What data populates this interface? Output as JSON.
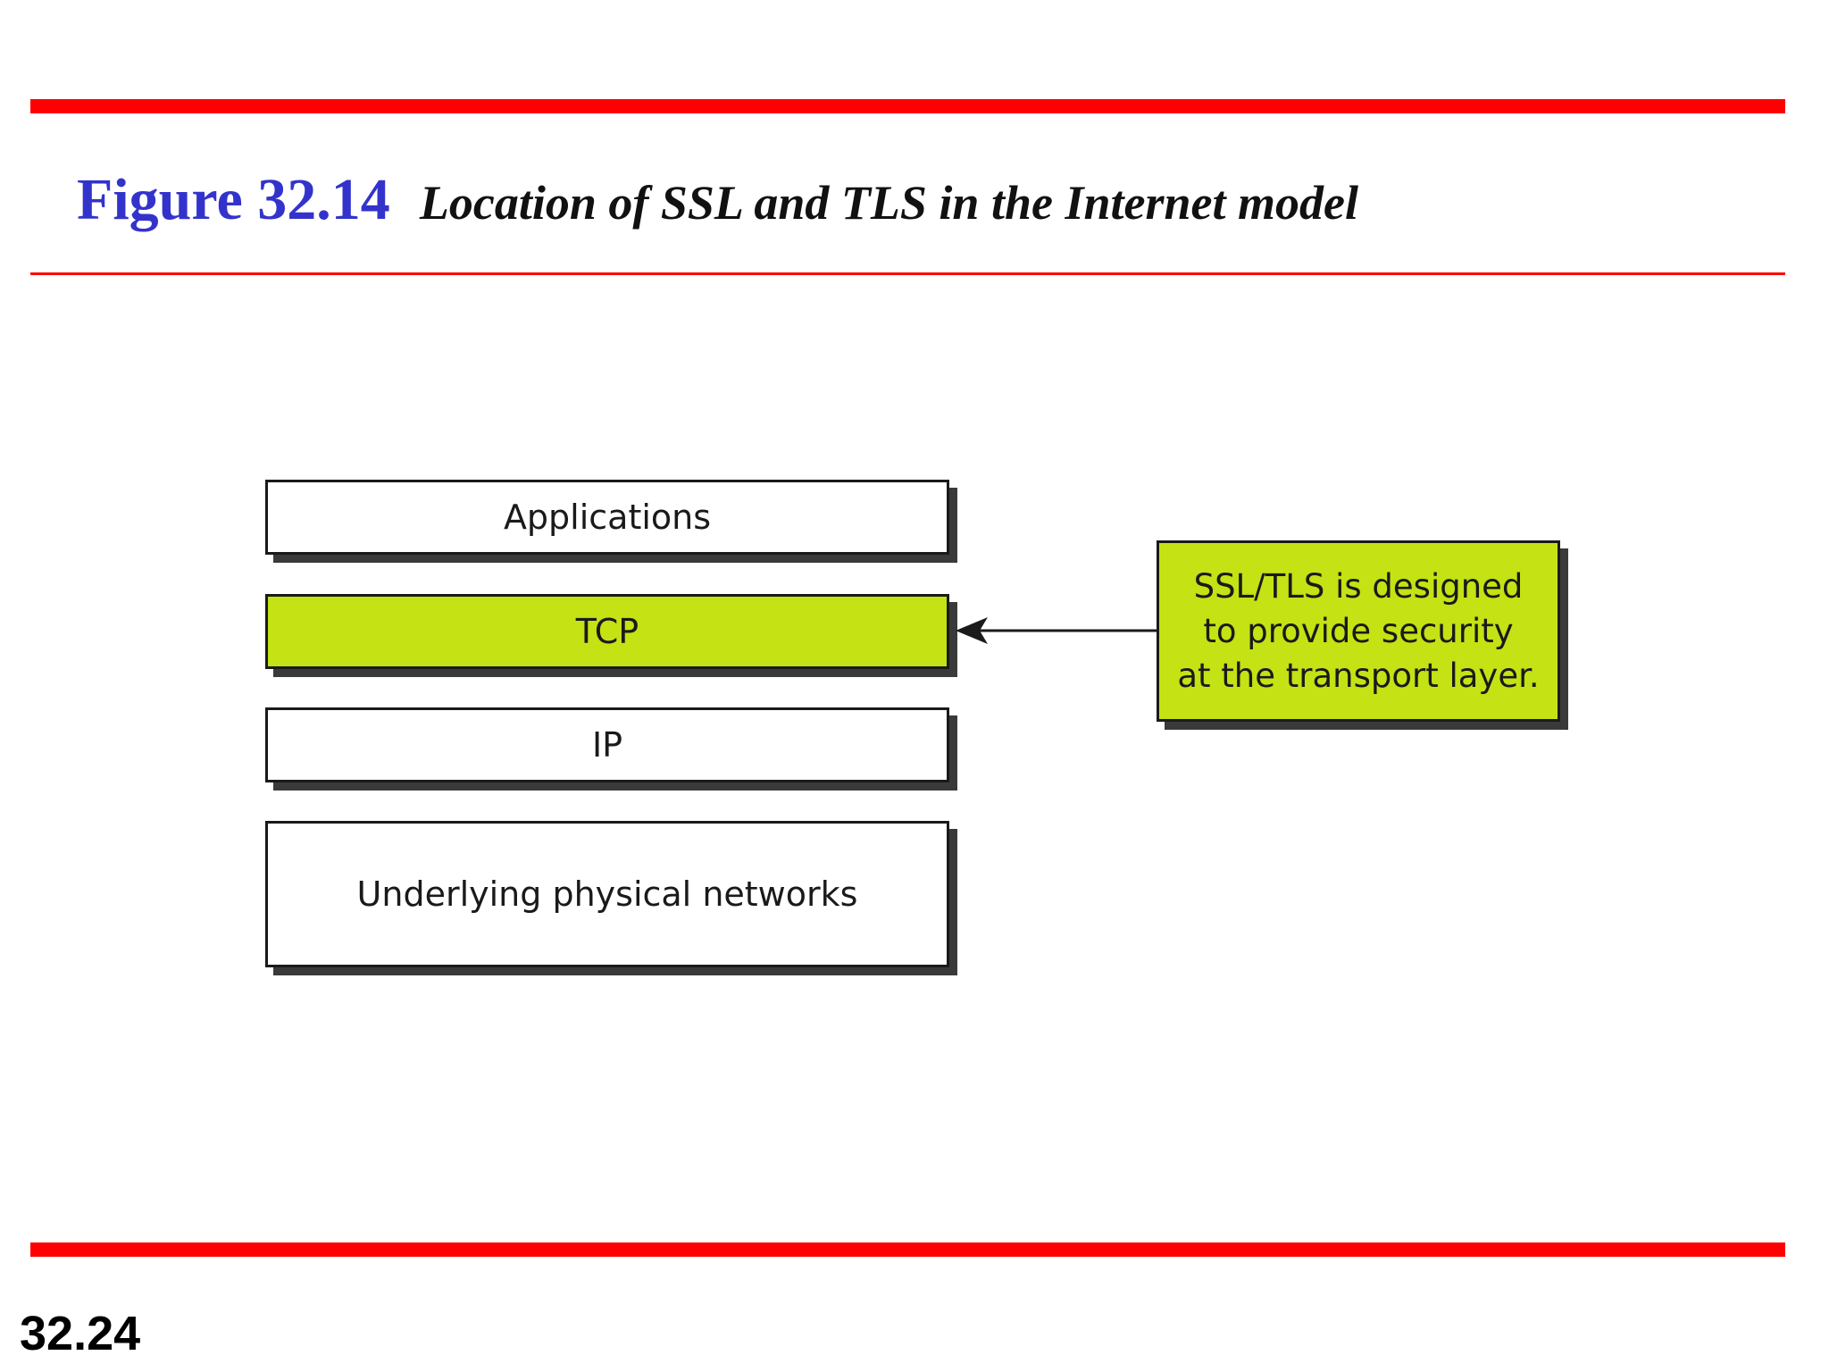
{
  "title": {
    "figure_label": "Figure 32.14",
    "caption": "Location of SSL and TLS in the Internet model"
  },
  "layers": [
    {
      "label": "Applications",
      "highlighted": false
    },
    {
      "label": "TCP",
      "highlighted": true
    },
    {
      "label": "IP",
      "highlighted": false
    },
    {
      "label": "Underlying physical networks",
      "highlighted": false
    }
  ],
  "note": {
    "lines": [
      "SSL/TLS is designed",
      "to provide security",
      "at the transport layer."
    ],
    "points_to": "TCP"
  },
  "slide_number": "32.24",
  "colors": {
    "rule": "#ff0000",
    "figure_label": "#3333cc",
    "highlight": "#c4e214"
  }
}
